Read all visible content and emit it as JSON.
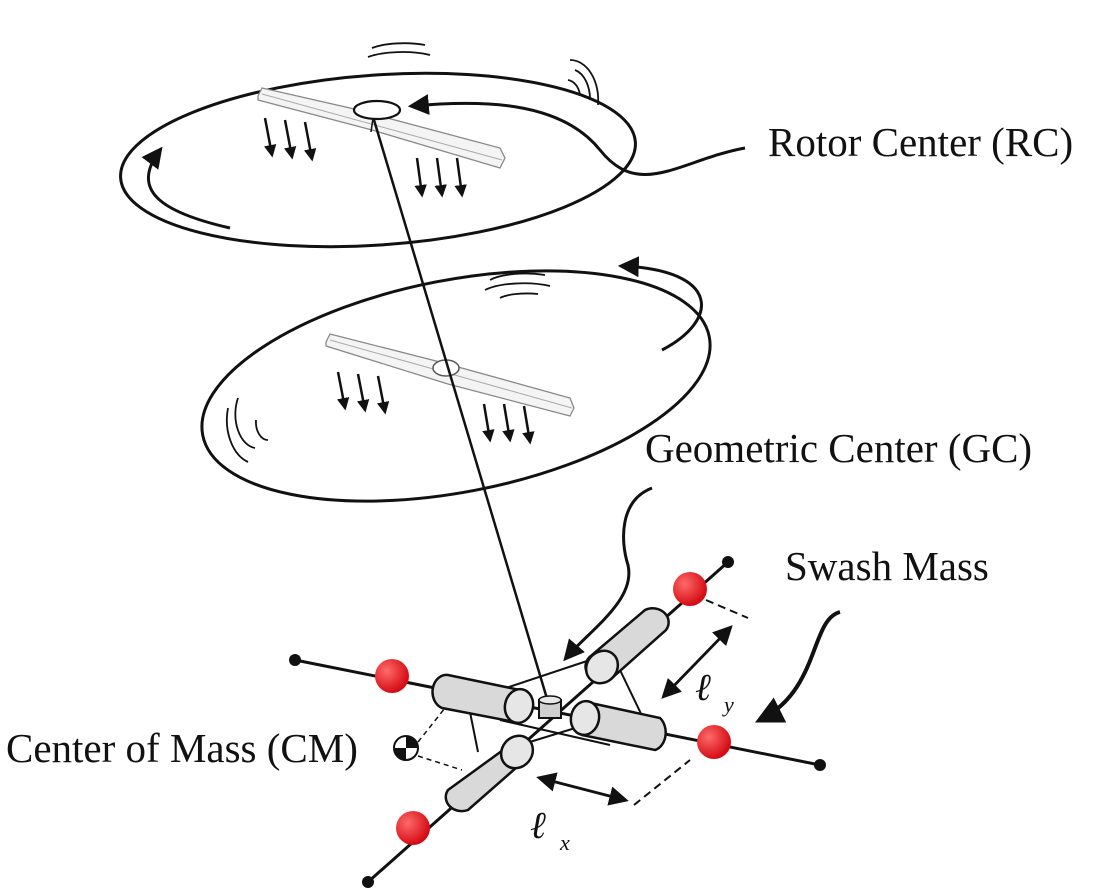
{
  "labels": {
    "rotor_center": "Rotor Center (RC)",
    "geometric_center": "Geometric Center (GC)",
    "swash_mass": "Swash Mass",
    "center_of_mass": "Center of Mass (CM)"
  },
  "symbols": {
    "lx_main": "ℓ",
    "lx_sub": "x",
    "ly_main": "ℓ",
    "ly_sub": "y"
  },
  "colors": {
    "line": "#111111",
    "mass": "#e8141c",
    "cylinder": "#d9d9d9",
    "blade": "#f4f4f4"
  }
}
